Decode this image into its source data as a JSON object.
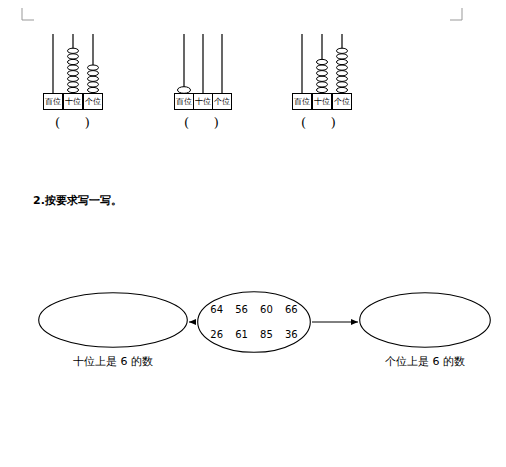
{
  "diagram": {
    "nodes": [
      {
        "text": [
          "百位"
        ]
      },
      {
        "text": [
          "十位"
        ]
      },
      {
        "text": [
          "个位"
        ]
      },
      {
        "text": [
          "百位"
        ]
      },
      {
        "text": [
          "十位"
        ]
      },
      {
        "text": [
          "个位"
        ]
      },
      {
        "text": [
          "百位"
        ]
      },
      {
        "text": [
          "十位"
        ]
      },
      {
        "text": [
          "个位"
        ]
      },
      {
        "text": [
          "十位上是 6 的数"
        ]
      },
      {
        "text": [
          "64 56 60 66",
          "26 61 85 36"
        ]
      },
      {
        "text": [
          "个位上是 6 的数"
        ]
      }
    ],
    "edges": [
      {
        "from": 10,
        "to": 9,
        "arrow": "to"
      },
      {
        "from": 10,
        "to": 11,
        "arrow": "to"
      }
    ],
    "labels": [
      "(      )",
      "(      )",
      "(      )",
      "2.按要求写一写。"
    ]
  }
}
